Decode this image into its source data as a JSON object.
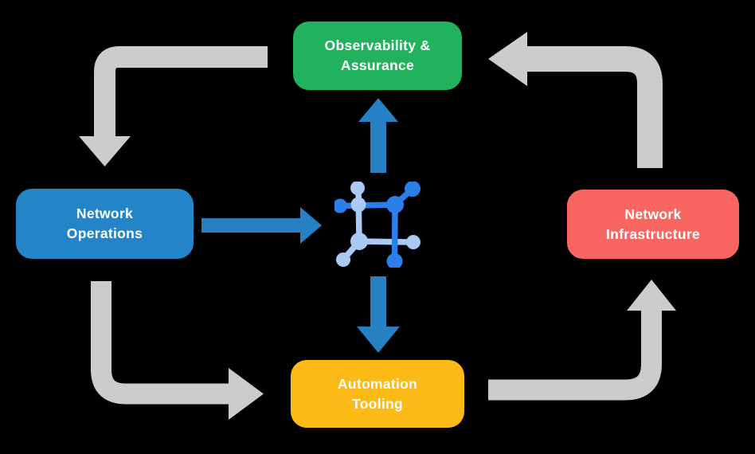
{
  "diagram": {
    "background_color": "#000000",
    "nodes": {
      "observability": {
        "label": "Observability &\nAssurance",
        "color": "#22B15C"
      },
      "operations": {
        "label": "Network\nOperations",
        "color": "#2385C7"
      },
      "infrastructure": {
        "label": "Network\nInfrastructure",
        "color": "#F96661"
      },
      "automation": {
        "label": "Automation\nTooling",
        "color": "#FBBA16"
      }
    },
    "center_icon": {
      "name": "network-mesh-icon",
      "primary_color": "#2C7EE8",
      "secondary_color": "#A9CAF4"
    },
    "arrows": {
      "cycle_color": "#CCCCCC",
      "center_color": "#2581C4",
      "cycle_flows": [
        {
          "from": "observability",
          "to": "operations"
        },
        {
          "from": "operations",
          "to": "automation"
        },
        {
          "from": "automation",
          "to": "infrastructure"
        },
        {
          "from": "infrastructure",
          "to": "observability"
        }
      ],
      "center_flows": [
        {
          "from": "operations",
          "to": "center"
        },
        {
          "from": "center",
          "to": "observability"
        },
        {
          "from": "center",
          "to": "automation"
        }
      ]
    }
  }
}
